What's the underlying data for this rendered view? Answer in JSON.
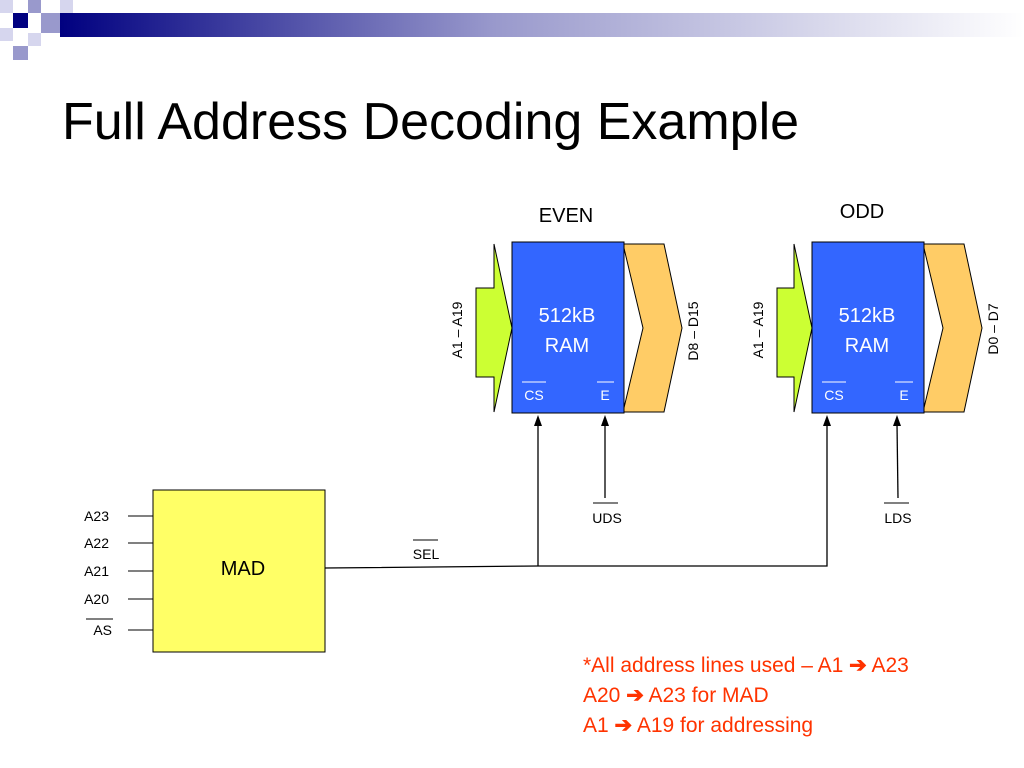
{
  "title": "Full Address Decoding Example",
  "chips": {
    "even": {
      "heading": "EVEN",
      "label_line1": "512kB",
      "label_line2": "RAM",
      "cs_pin": "CS",
      "e_pin": "E",
      "address_bus": "A1 – A19",
      "data_bus": "D8 – D15",
      "strobe": "UDS"
    },
    "odd": {
      "heading": "ODD",
      "label_line1": "512kB",
      "label_line2": "RAM",
      "cs_pin": "CS",
      "e_pin": "E",
      "address_bus": "A1 – A19",
      "data_bus": "D0 – D7",
      "strobe": "LDS"
    }
  },
  "mad": {
    "label": "MAD",
    "inputs": [
      "A23",
      "A22",
      "A21",
      "A20",
      "AS"
    ],
    "output": "SEL"
  },
  "notes": [
    {
      "pre": "*All address lines used – A1 ",
      "arrow": "➔",
      "post": " A23"
    },
    {
      "pre": "A20 ",
      "arrow": "➔",
      "post": " A23 for MAD"
    },
    {
      "pre": "A1 ",
      "arrow": "➔",
      "post": " A19 for addressing"
    }
  ],
  "colors": {
    "ram_fill": "#3366ff",
    "address_arrow": "#ccff33",
    "data_arrow": "#ffcc66",
    "mad_fill": "#ffff66",
    "note_text": "#ff3300",
    "header_navy": "#000080",
    "header_lavender": "#9999cc"
  }
}
